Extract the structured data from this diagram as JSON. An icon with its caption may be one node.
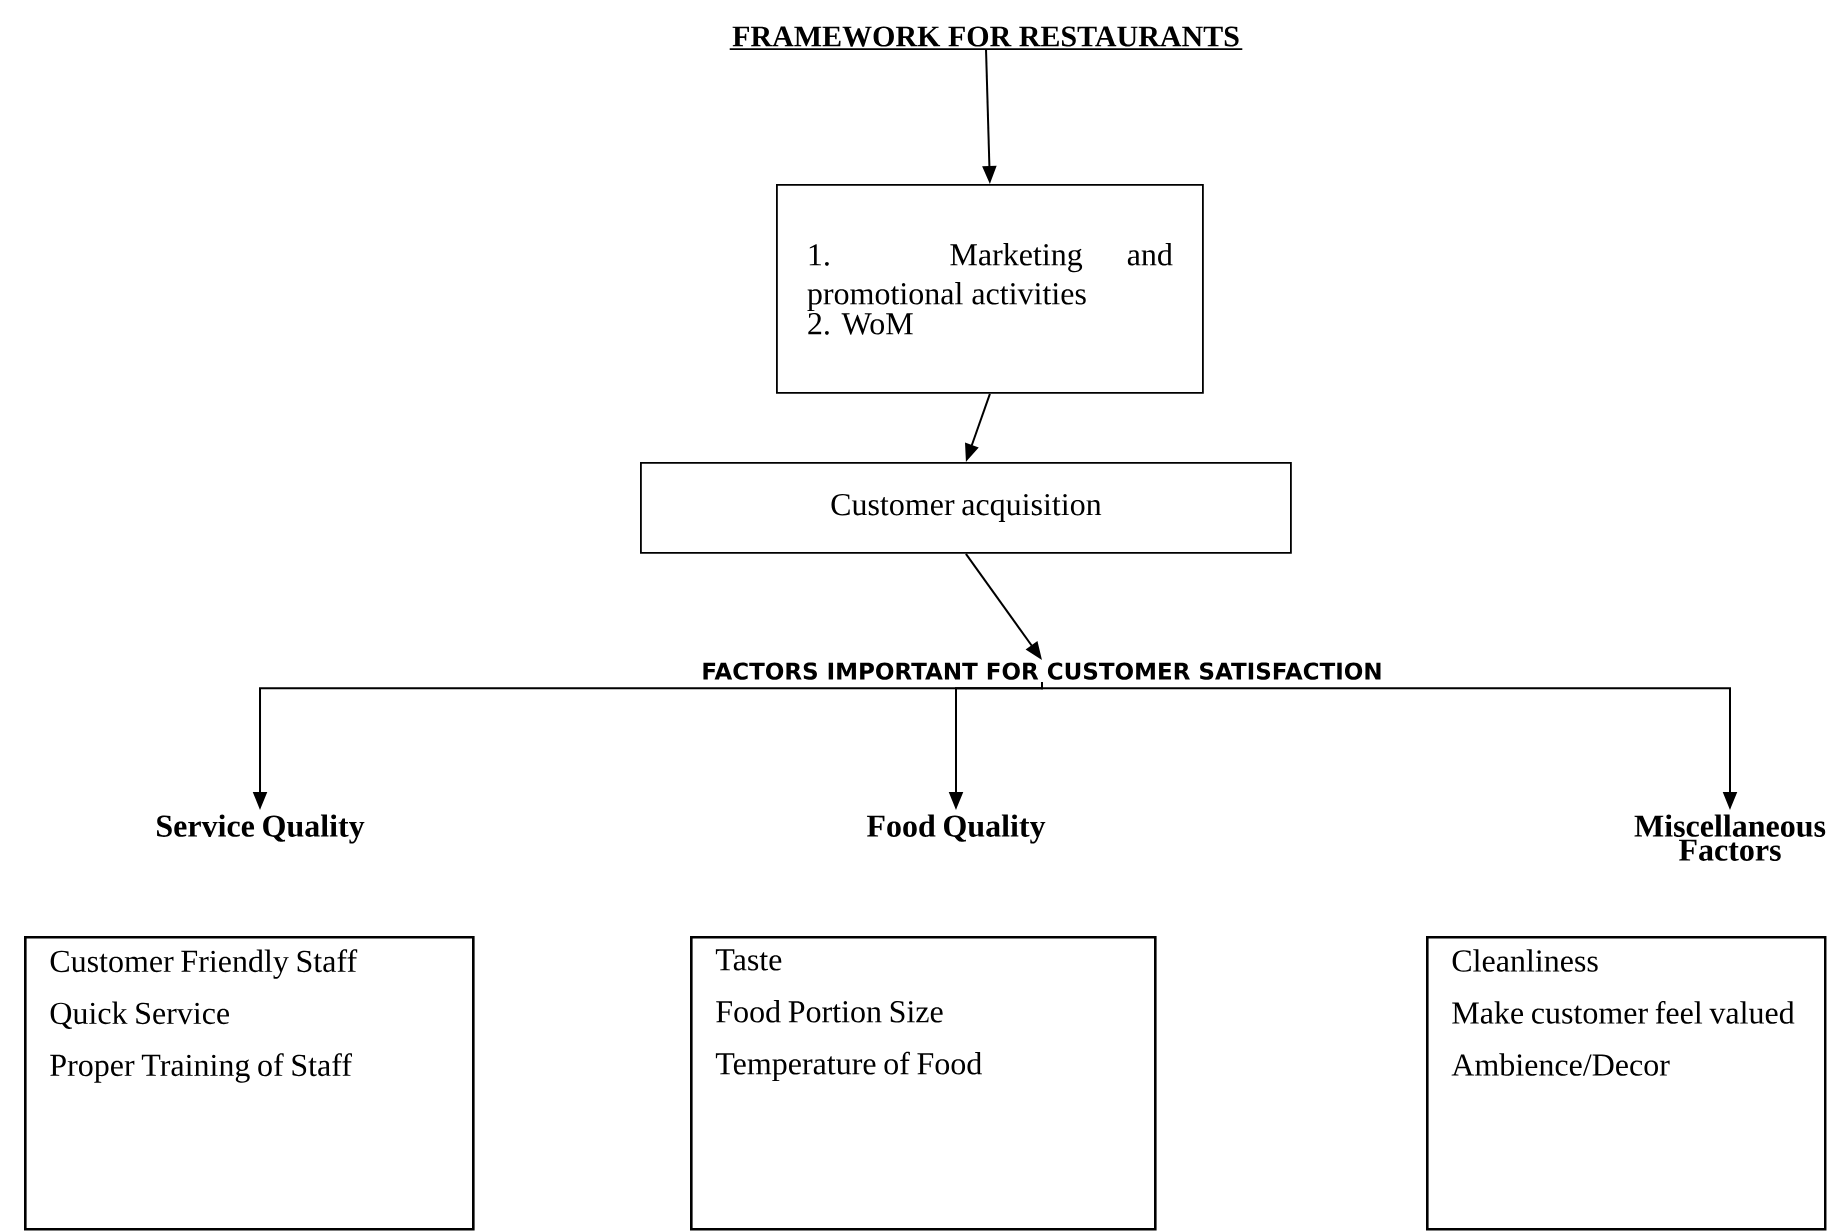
{
  "diagram": {
    "nodes": [
      {
        "text": [
          "FRAMEWORK FOR RESTAURANTS"
        ]
      },
      {
        "text": [
          "1. Marketing and promotional activities",
          "2. WoM"
        ]
      },
      {
        "text": [
          "Customer acquisition"
        ]
      },
      {
        "text": [
          "FACTORS IMPORTANT FOR CUSTOMER SATISFACTION"
        ]
      },
      {
        "text": [
          "Service Quality"
        ]
      },
      {
        "text": [
          "Food Quality"
        ]
      },
      {
        "text": [
          "Miscellaneous Factors"
        ]
      },
      {
        "text": [
          "Customer Friendly Staff",
          "Quick Service",
          "Proper Training of Staff"
        ]
      },
      {
        "text": [
          "Taste",
          "Food Portion Size",
          "Temperature of Food"
        ]
      },
      {
        "text": [
          "Cleanliness",
          "Make customer feel valued",
          "Ambience/Decor"
        ]
      }
    ],
    "edges": [
      {
        "from": 0,
        "to": 1,
        "arrow": "to"
      },
      {
        "from": 1,
        "to": 2,
        "arrow": "to"
      },
      {
        "from": 2,
        "to": 3,
        "arrow": "to"
      },
      {
        "from": 3,
        "to": 4,
        "arrow": "to"
      },
      {
        "from": 3,
        "to": 5,
        "arrow": "to"
      },
      {
        "from": 3,
        "to": 6,
        "arrow": "to"
      }
    ]
  }
}
